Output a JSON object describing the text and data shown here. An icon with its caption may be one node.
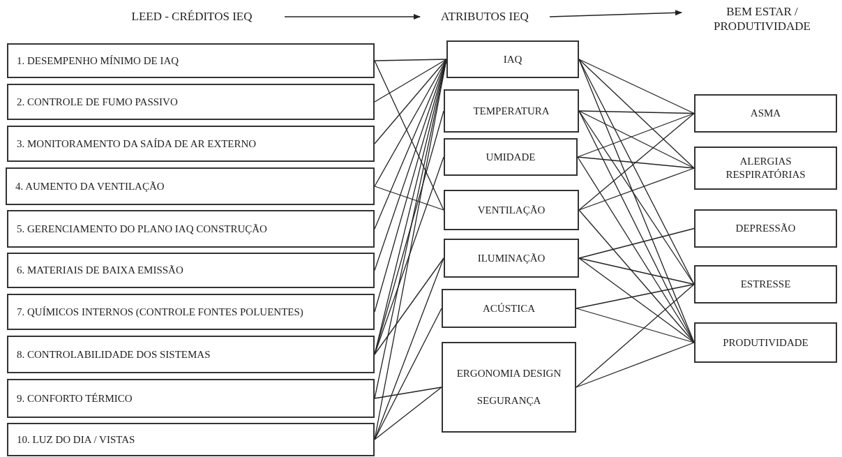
{
  "diagram": {
    "nodes": [
      {
        "text": [
          "LEED - CRÉDITOS IEQ"
        ]
      },
      {
        "text": [
          "ATRIBUTOS IEQ"
        ]
      },
      {
        "text": [
          "BEM ESTAR / PRODUTIVIDADE"
        ]
      },
      {
        "text": [
          "1. DESEMPENHO MÍNIMO DE IAQ"
        ]
      },
      {
        "text": [
          "2. CONTROLE DE FUMO PASSIVO"
        ]
      },
      {
        "text": [
          "3. MONITORAMENTO DA SAÍDA DE AR EXTERNO"
        ]
      },
      {
        "text": [
          "4. AUMENTO DA VENTILAÇÃO"
        ]
      },
      {
        "text": [
          "5. GERENCIAMENTO DO PLANO IAQ CONSTRUÇÃO"
        ]
      },
      {
        "text": [
          "6. MATERIAIS DE BAIXA EMISSÃO"
        ]
      },
      {
        "text": [
          "7. QUÍMICOS INTERNOS (CONTROLE FONTES POLUENTES)"
        ]
      },
      {
        "text": [
          "8. CONTROLABILIDADE DOS SISTEMAS"
        ]
      },
      {
        "text": [
          "9. CONFORTO TÉRMICO"
        ]
      },
      {
        "text": [
          "10. LUZ DO DIA / VISTAS"
        ]
      },
      {
        "text": [
          "IAQ"
        ]
      },
      {
        "text": [
          "TEMPERATURA"
        ]
      },
      {
        "text": [
          "UMIDADE"
        ]
      },
      {
        "text": [
          "VENTILAÇÃO"
        ]
      },
      {
        "text": [
          "ILUMINAÇÃO"
        ]
      },
      {
        "text": [
          "ACÚSTICA"
        ]
      },
      {
        "text": [
          "ERGONOMIA DESIGN SEGURANÇA"
        ]
      },
      {
        "text": [
          "ASMA"
        ]
      },
      {
        "text": [
          "ALERGIAS RESPIRATÓRIAS"
        ]
      },
      {
        "text": [
          "DEPRESSÃO"
        ]
      },
      {
        "text": [
          "ESTRESSE"
        ]
      },
      {
        "text": [
          "PRODUTIVIDADE"
        ]
      }
    ],
    "edges": [
      {
        "from": 0,
        "to": 1,
        "arrow": "to"
      },
      {
        "from": 1,
        "to": 2,
        "arrow": "to"
      },
      {
        "from": 3,
        "to": 13,
        "arrow": "none"
      },
      {
        "from": 3,
        "to": 16,
        "arrow": "none"
      },
      {
        "from": 4,
        "to": 13,
        "arrow": "none"
      },
      {
        "from": 5,
        "to": 13,
        "arrow": "none"
      },
      {
        "from": 6,
        "to": 13,
        "arrow": "none"
      },
      {
        "from": 6,
        "to": 16,
        "arrow": "none"
      },
      {
        "from": 7,
        "to": 13,
        "arrow": "none"
      },
      {
        "from": 8,
        "to": 13,
        "arrow": "none"
      },
      {
        "from": 9,
        "to": 13,
        "arrow": "none"
      },
      {
        "from": 10,
        "to": 13,
        "arrow": "none"
      },
      {
        "from": 10,
        "to": 14,
        "arrow": "none"
      },
      {
        "from": 10,
        "to": 15,
        "arrow": "none"
      },
      {
        "from": 10,
        "to": 17,
        "arrow": "none"
      },
      {
        "from": 11,
        "to": 13,
        "arrow": "none"
      },
      {
        "from": 11,
        "to": 19,
        "arrow": "none"
      },
      {
        "from": 12,
        "to": 13,
        "arrow": "none"
      },
      {
        "from": 12,
        "to": 17,
        "arrow": "none"
      },
      {
        "from": 12,
        "to": 18,
        "arrow": "none"
      },
      {
        "from": 12,
        "to": 19,
        "arrow": "none"
      },
      {
        "from": 13,
        "to": 20,
        "arrow": "none"
      },
      {
        "from": 13,
        "to": 21,
        "arrow": "none"
      },
      {
        "from": 13,
        "to": 23,
        "arrow": "none"
      },
      {
        "from": 13,
        "to": 24,
        "arrow": "none"
      },
      {
        "from": 14,
        "to": 20,
        "arrow": "none"
      },
      {
        "from": 14,
        "to": 21,
        "arrow": "none"
      },
      {
        "from": 14,
        "to": 23,
        "arrow": "none"
      },
      {
        "from": 14,
        "to": 24,
        "arrow": "none"
      },
      {
        "from": 15,
        "to": 20,
        "arrow": "none"
      },
      {
        "from": 15,
        "to": 21,
        "arrow": "none"
      },
      {
        "from": 15,
        "to": 24,
        "arrow": "none"
      },
      {
        "from": 16,
        "to": 20,
        "arrow": "none"
      },
      {
        "from": 16,
        "to": 21,
        "arrow": "none"
      },
      {
        "from": 16,
        "to": 24,
        "arrow": "none"
      },
      {
        "from": 17,
        "to": 22,
        "arrow": "none"
      },
      {
        "from": 17,
        "to": 23,
        "arrow": "none"
      },
      {
        "from": 17,
        "to": 24,
        "arrow": "none"
      },
      {
        "from": 18,
        "to": 23,
        "arrow": "none"
      },
      {
        "from": 18,
        "to": 24,
        "arrow": "none"
      },
      {
        "from": 19,
        "to": 23,
        "arrow": "none"
      },
      {
        "from": 19,
        "to": 24,
        "arrow": "none"
      }
    ]
  }
}
